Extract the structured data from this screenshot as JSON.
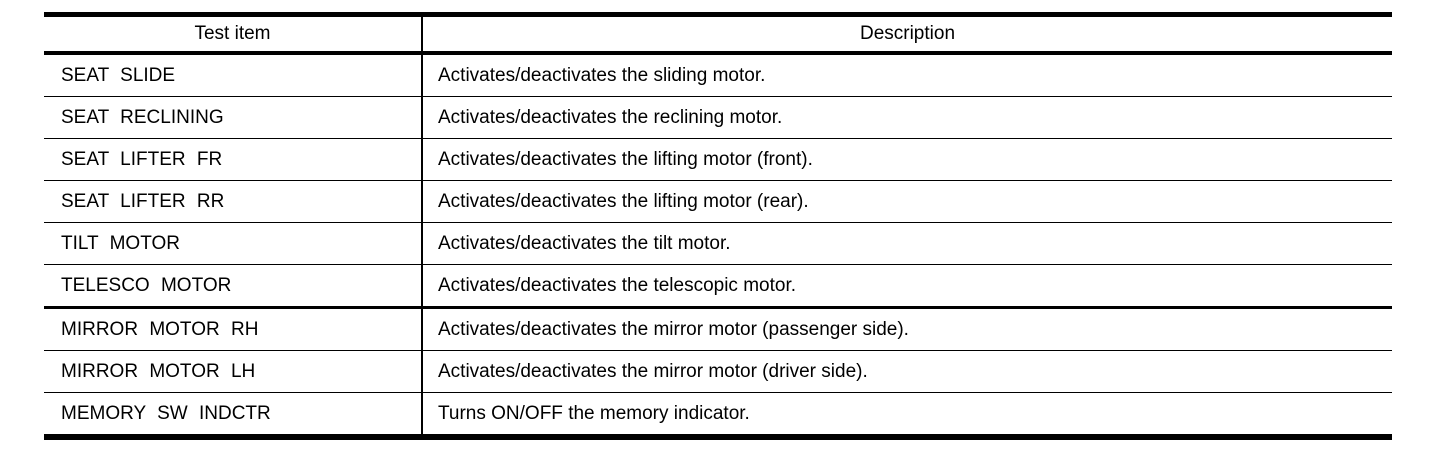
{
  "colors": {
    "background": "#ffffff",
    "text": "#000000",
    "border": "#000000"
  },
  "table": {
    "headers": {
      "test_item": "Test item",
      "description": "Description"
    },
    "group_separator_before_row_index": 6,
    "rows": [
      {
        "item": "SEAT SLIDE",
        "description": "Activates/deactivates the sliding motor."
      },
      {
        "item": "SEAT RECLINING",
        "description": "Activates/deactivates the reclining motor."
      },
      {
        "item": "SEAT LIFTER FR",
        "description": "Activates/deactivates the lifting motor (front)."
      },
      {
        "item": "SEAT LIFTER RR",
        "description": "Activates/deactivates the lifting motor (rear)."
      },
      {
        "item": "TILT MOTOR",
        "description": "Activates/deactivates the tilt motor."
      },
      {
        "item": "TELESCO MOTOR",
        "description": "Activates/deactivates the telescopic motor."
      },
      {
        "item": "MIRROR MOTOR RH",
        "description": "Activates/deactivates the mirror motor (passenger side)."
      },
      {
        "item": "MIRROR MOTOR LH",
        "description": "Activates/deactivates the mirror motor (driver side)."
      },
      {
        "item": "MEMORY SW INDCTR",
        "description": "Turns ON/OFF the memory indicator."
      }
    ]
  }
}
